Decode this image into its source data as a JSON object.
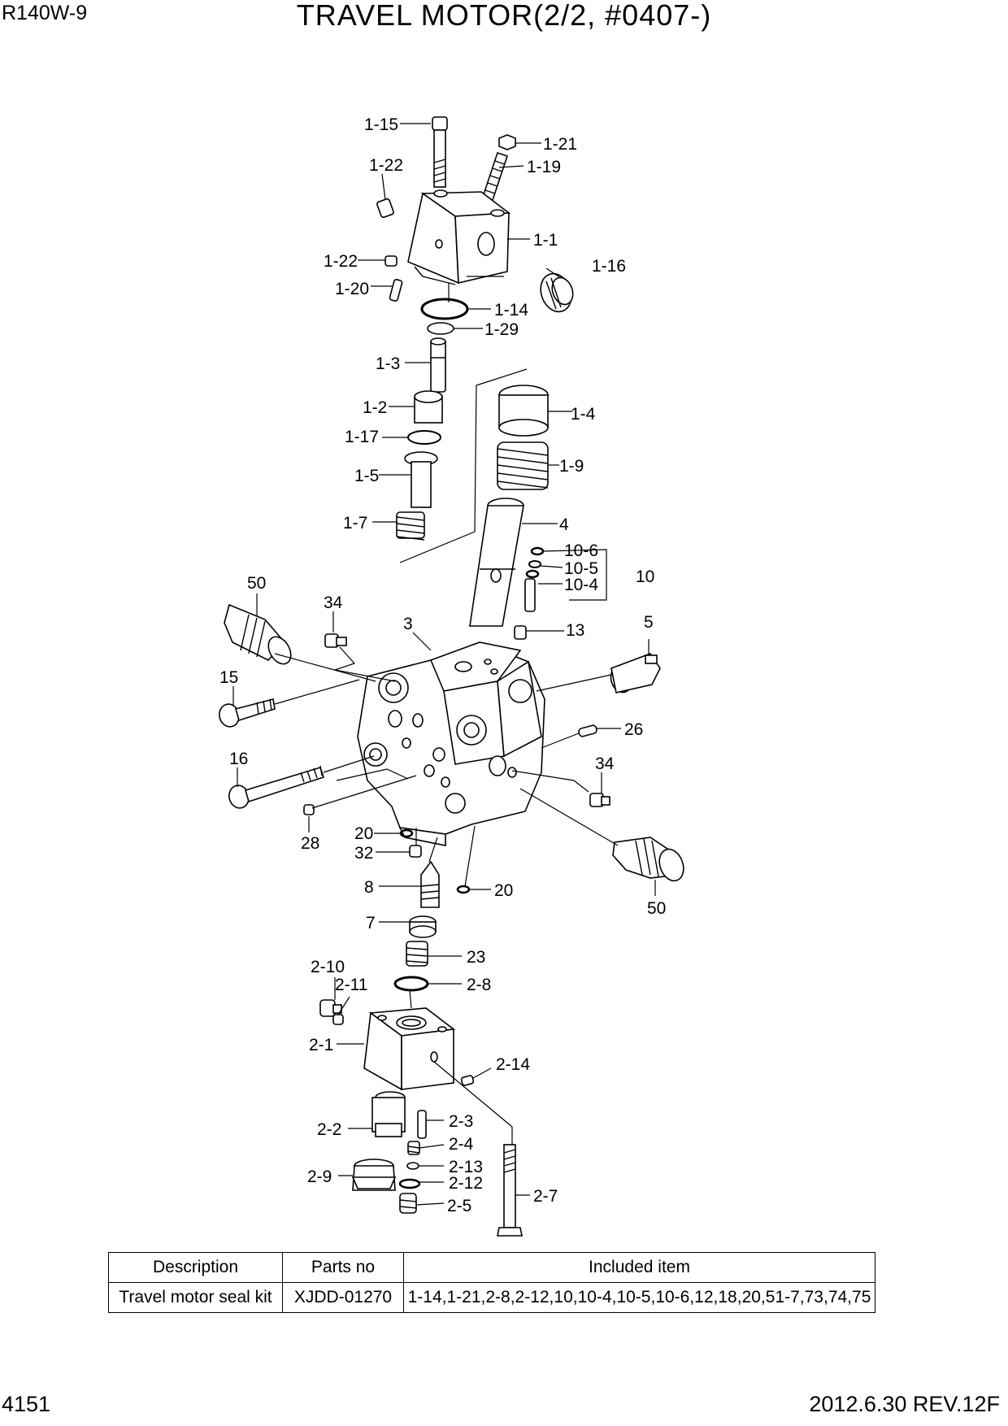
{
  "header": {
    "model": "R140W-9",
    "title": "TRAVEL MOTOR(2/2, #0407-)"
  },
  "footer": {
    "page": "4151",
    "revision": "2012.6.30  REV.12F"
  },
  "labels": {
    "l1_15": "1-15",
    "l1_21": "1-21",
    "l1_19": "1-19",
    "l1_22a": "1-22",
    "l1_1": "1-1",
    "l1_22b": "1-22",
    "l1_16": "1-16",
    "l1_20": "1-20",
    "l1_14": "1-14",
    "l1_29": "1-29",
    "l1_3": "1-3",
    "l1_2": "1-2",
    "l1_4": "1-4",
    "l1_17": "1-17",
    "l1_9": "1-9",
    "l1_5": "1-5",
    "l1_7": "1-7",
    "l4": "4",
    "l10_6": "10-6",
    "l10_5": "10-5",
    "l10_4": "10-4",
    "l10": "10",
    "l50a": "50",
    "l34a": "34",
    "l3": "3",
    "l13": "13",
    "l5": "5",
    "l15": "15",
    "l26": "26",
    "l16": "16",
    "l34b": "34",
    "l28": "28",
    "l20a": "20",
    "l32": "32",
    "l8": "8",
    "l20b": "20",
    "l50b": "50",
    "l7": "7",
    "l23": "23",
    "l2_10": "2-10",
    "l2_11": "2-11",
    "l2_8": "2-8",
    "l2_1": "2-1",
    "l2_14": "2-14",
    "l2_3": "2-3",
    "l2_2": "2-2",
    "l2_4": "2-4",
    "l2_13": "2-13",
    "l2_9": "2-9",
    "l2_12": "2-12",
    "l2_7": "2-7",
    "l2_5": "2-5"
  },
  "kit_table": {
    "headers": {
      "description": "Description",
      "parts_no": "Parts no",
      "included": "Included item"
    },
    "rows": [
      {
        "description": "Travel motor seal kit",
        "parts_no": "XJDD-01270",
        "included": "1-14,1-21,2-8,2-12,10,10-4,10-5,10-6,12,18,20,51-7,73,74,75"
      }
    ]
  }
}
